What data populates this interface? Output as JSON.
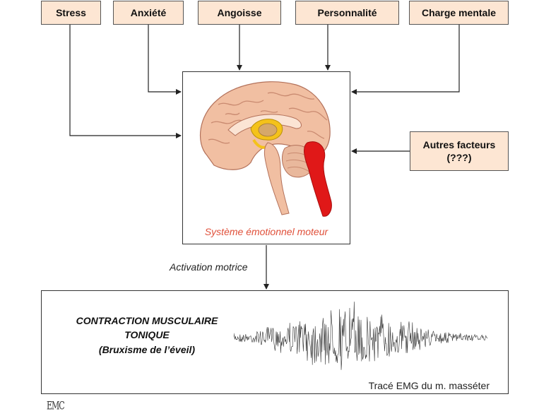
{
  "factors": {
    "stress": "Stress",
    "anxiete": "Anxiété",
    "angoisse": "Angoisse",
    "personnalite": "Personnalité",
    "charge_mentale": "Charge mentale",
    "autres_line1": "Autres facteurs",
    "autres_line2": "(???)"
  },
  "brain_box": {
    "caption": "Système émotionnel moteur"
  },
  "arrow_label": "Activation motrice",
  "emg_box": {
    "line1": "CONTRACTION MUSCULAIRE",
    "line2": "TONIQUE",
    "line3": "(Bruxisme de l’éveil)",
    "caption": "Tracé EMG du m. masséter"
  },
  "logo_text": "EMC",
  "colors": {
    "factor_fill": "#fde6d3",
    "caption_red": "#e0503a",
    "brain_tissue": "#f1bfa2",
    "limbic_yellow": "#f4c21a",
    "brainstem_red": "#e01818"
  }
}
